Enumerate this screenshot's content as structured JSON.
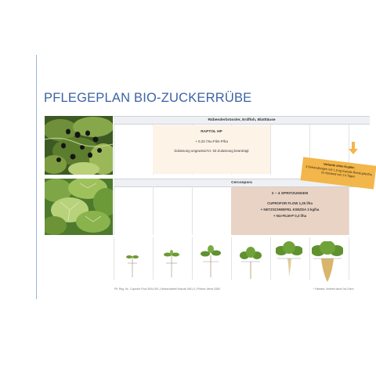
{
  "title": "PFLEGEPLAN BIO-ZUCKERRÜBE",
  "rows": [
    {
      "header": "Rübenderbrüssler, Erdfloh, Blattläuse",
      "product": "RAPTOL HP",
      "lines": [
        "+ 0,33 l Nu-Film-P/ha",
        "Zulassung ungewiss/Art. 53 Zulassung beantragt"
      ]
    },
    {
      "header": "Cercospora",
      "product": "2 – 4 SPRITZUNGEN",
      "lines": [
        "CUPROFOR FLOW 1,25 l/ha",
        "+ NETZSCHWEFEL KWIZDA 3 kg/ha",
        "+ NU-FILM-P 0,3 l/ha"
      ]
    }
  ],
  "note": {
    "title": "Variante ohne Kupfer:",
    "text": "3 Behandlungen mit 1,5 kg Kwizda Reinkupfer/ha im Abstand von 14 Tagen"
  },
  "footer_left": "Pfl. Reg. Nr.: Cuprofor Flow 3004-901 | Netzschwefel Kwizda 1961-0 | Pirimor Verde 3380",
  "footer_right": "* Hinweis: Vertrieb durch Nu-Farm",
  "colors": {
    "title": "#3c63a4",
    "row1_block": "#fdf3e7",
    "row2_block": "#e9d3c4",
    "note": "#f2b64a",
    "arrow": "#f2b64a"
  },
  "icons": [
    "beetle-leaf-photo",
    "sugar-beet-leaves-photo",
    "down-arrow-icon",
    "beet-growth-stage-icons"
  ]
}
